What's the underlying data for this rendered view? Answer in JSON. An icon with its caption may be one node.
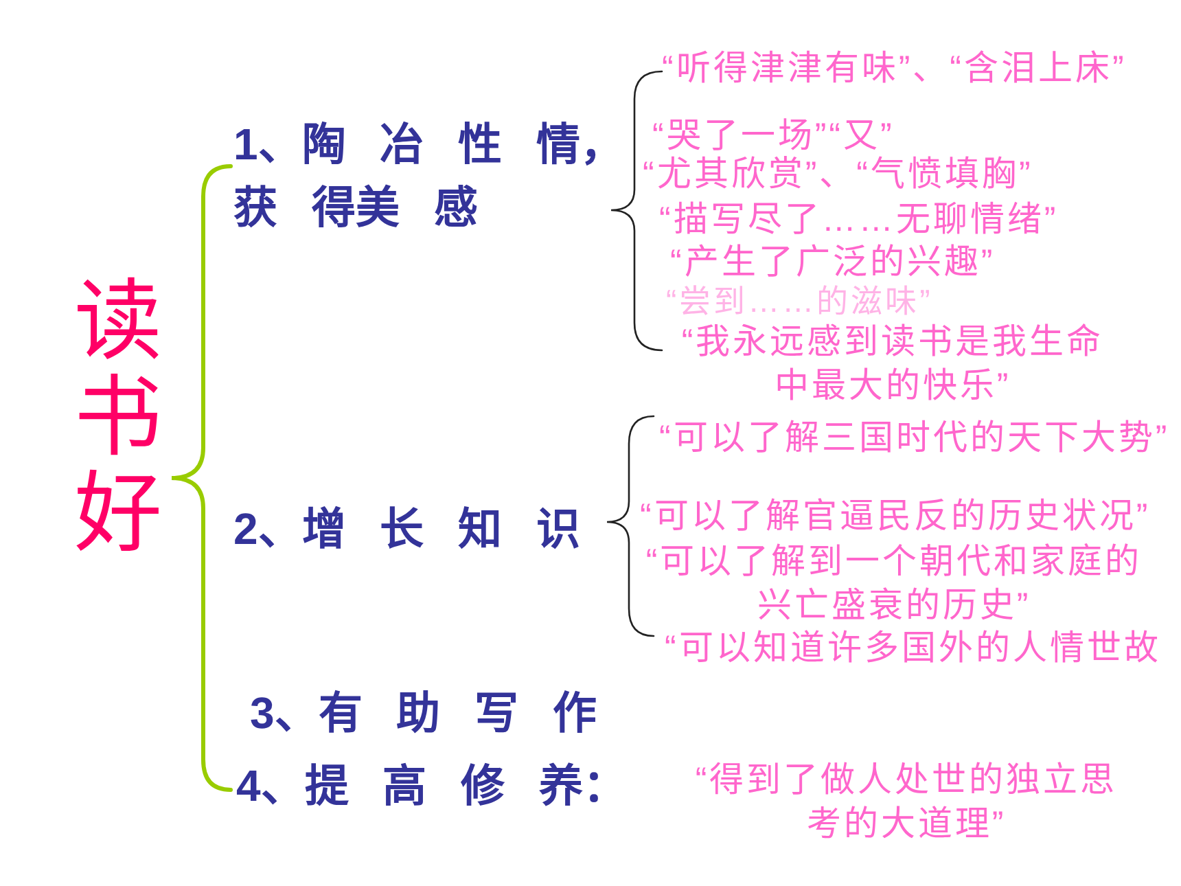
{
  "diagram": {
    "labels": [
      "读书好",
      "1、陶 冶 性 情，获 得美 感",
      "“听得津津有味”、“含泪上床”",
      "“哭了一场”“又”",
      "“尤其欣赏”、“气愤填胸”",
      "“描写尽了……无聊情绪”",
      "“产生了广泛的兴趣”",
      "“尝到……的滋味”",
      "“我永远感到读书是我生命中最大的快乐”",
      "2、增 长 知 识",
      "“可以了解三国时代的天下大势”",
      "“可以了解官逼民反的历史状况”",
      "“可以了解到一个朝代和家庭的兴亡盛衰的历史”",
      "“可以知道许多国外的人情世故",
      "3、有 助 写 作",
      "4、提 高 修 养：",
      "“得到了做人处世的独立思考的大道理”"
    ]
  }
}
